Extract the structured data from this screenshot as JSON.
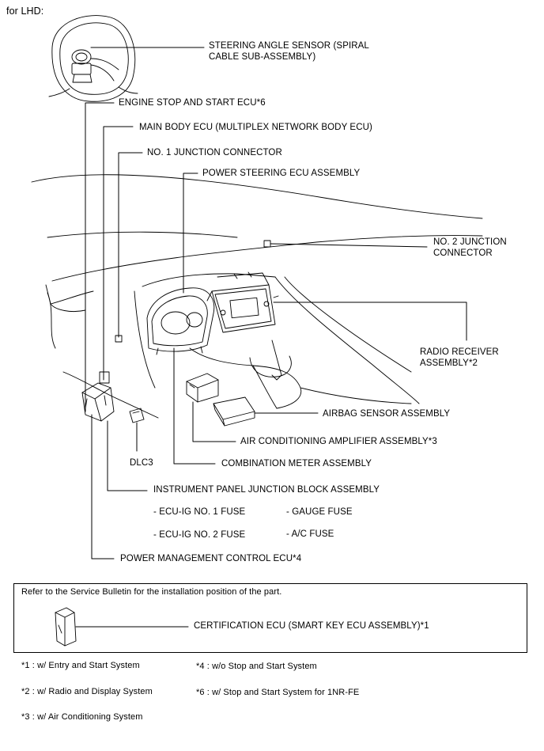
{
  "header": {
    "variant": "for LHD:"
  },
  "labels": {
    "steering_angle_sensor_1": "STEERING ANGLE SENSOR (SPIRAL",
    "steering_angle_sensor_2": "CABLE SUB-ASSEMBLY)",
    "engine_stop_start_ecu": "ENGINE STOP AND START ECU*6",
    "main_body_ecu": "MAIN BODY ECU (MULTIPLEX NETWORK BODY ECU)",
    "junction_connector_1": "NO. 1 JUNCTION CONNECTOR",
    "power_steering_ecu": "POWER STEERING ECU ASSEMBLY",
    "junction_connector_2_line1": "NO. 2 JUNCTION",
    "junction_connector_2_line2": "CONNECTOR",
    "radio_receiver_line1": "RADIO RECEIVER",
    "radio_receiver_line2": "ASSEMBLY*2",
    "airbag_sensor": "AIRBAG SENSOR ASSEMBLY",
    "ac_amplifier": "AIR CONDITIONING AMPLIFIER ASSEMBLY*3",
    "dlc3": "DLC3",
    "combination_meter": "COMBINATION METER ASSEMBLY",
    "ip_junction_block": "INSTRUMENT PANEL JUNCTION BLOCK ASSEMBLY",
    "power_mgmt_ecu": "POWER MANAGEMENT CONTROL ECU*4"
  },
  "fuses": [
    "- ECU-IG NO. 1 FUSE",
    "- GAUGE FUSE",
    "- ECU-IG NO. 2 FUSE",
    "- A/C FUSE"
  ],
  "note_box": {
    "text": "Refer to the Service Bulletin for the installation position of the part.",
    "part_label": "CERTIFICATION ECU (SMART KEY ECU ASSEMBLY)*1"
  },
  "footnotes": [
    "*1 : w/ Entry and Start System",
    "*4 : w/o Stop and Start System",
    "*2 : w/ Radio and Display System",
    "*6 : w/ Stop and Start System for 1NR-FE",
    "*3 : w/ Air Conditioning System"
  ]
}
